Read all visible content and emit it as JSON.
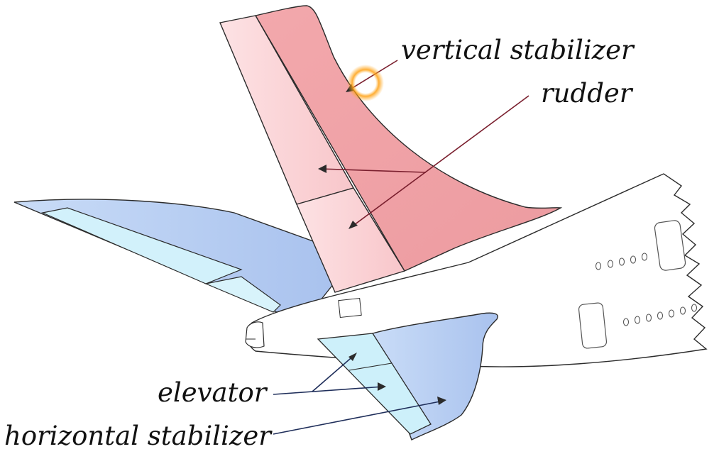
{
  "labels": {
    "vertical_stabilizer": "vertical stabilizer",
    "rudder": "rudder",
    "elevator": "elevator",
    "horizontal_stabilizer": "horizontal stabilizer"
  },
  "colors": {
    "fin": "#ee9ca0",
    "rudder": "#fbd3d6",
    "stabilizer": "#b7cdf1",
    "elevator": "#cdf0fa",
    "fuselage": "#ffffff",
    "outline": "#2b2b2b",
    "cursor": "#ffa51e"
  }
}
